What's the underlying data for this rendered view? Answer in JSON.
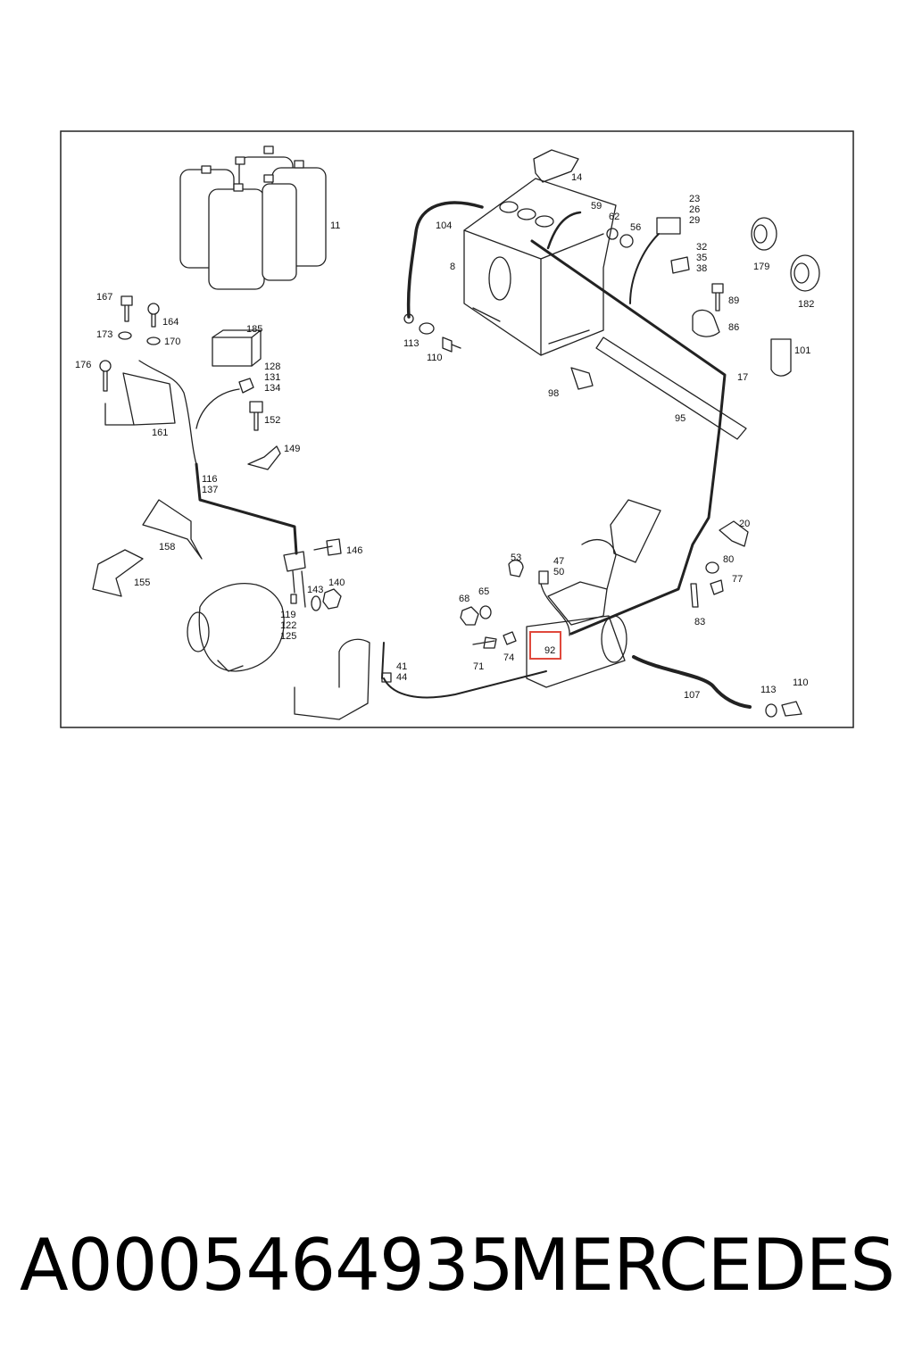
{
  "diagram": {
    "highlight_color": "#e0483c",
    "highlighted_part": "92",
    "labels": {
      "l11": "11",
      "l14": "14",
      "l104": "104",
      "l59": "59",
      "l62": "62",
      "l56": "56",
      "l23": "23",
      "l26": "26",
      "l29": "29",
      "l32": "32",
      "l35": "35",
      "l38": "38",
      "l179": "179",
      "l182": "182",
      "l8": "8",
      "l89": "89",
      "l86": "86",
      "l101": "101",
      "l113a": "113",
      "l110a": "110",
      "l98": "98",
      "l17": "17",
      "l95": "95",
      "l167": "167",
      "l164": "164",
      "l173": "173",
      "l170": "170",
      "l185": "185",
      "l176": "176",
      "l128": "128",
      "l131": "131",
      "l134": "134",
      "l152": "152",
      "l161": "161",
      "l149": "149",
      "l116": "116",
      "l137": "137",
      "l158": "158",
      "l146": "146",
      "l155": "155",
      "l143": "143",
      "l140": "140",
      "l119": "119",
      "l122": "122",
      "l125": "125",
      "l53": "53",
      "l47": "47",
      "l50": "50",
      "l68": "68",
      "l65": "65",
      "l20": "20",
      "l80": "80",
      "l77": "77",
      "l83": "83",
      "l71": "71",
      "l74": "74",
      "l92": "92",
      "l41": "41",
      "l44": "44",
      "l107": "107",
      "l113b": "113",
      "l110b": "110"
    }
  },
  "caption": {
    "part_number": "A0005464935",
    "brand": "MERCEDES"
  }
}
